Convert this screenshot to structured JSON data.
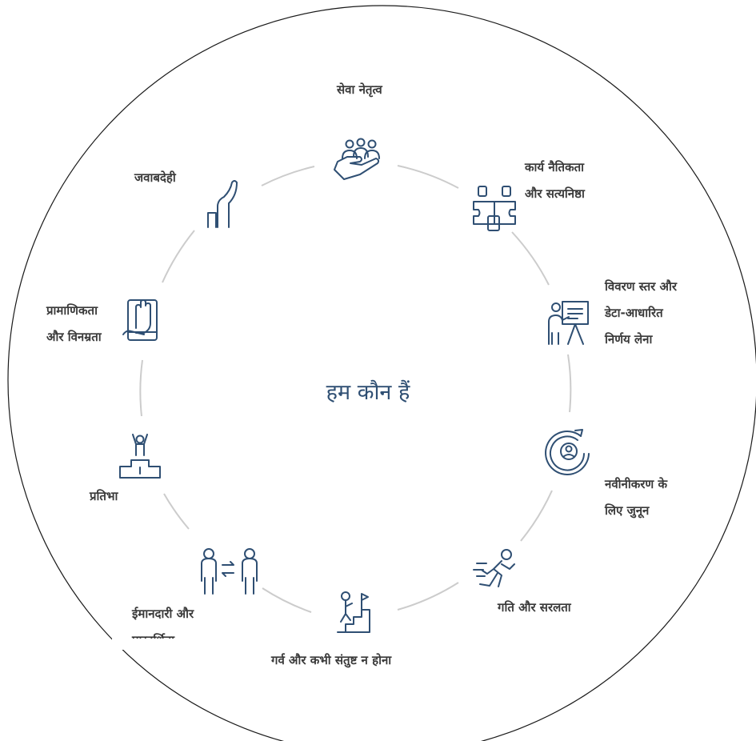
{
  "center": {
    "title": "हम कौन हैं"
  },
  "values": [
    {
      "id": "servant-leadership",
      "icon": "helping-hand-group-icon",
      "lines": [
        "सेवा नेतृत्व"
      ]
    },
    {
      "id": "work-ethic",
      "icon": "puzzle-team-icon",
      "lines": [
        "कार्य नैतिकता",
        "और सत्यनिष्ठा"
      ]
    },
    {
      "id": "detail-data",
      "icon": "presentation-board-icon",
      "lines": [
        "विवरण स्तर और",
        "डेटा-आधारित",
        "निर्णय लेना"
      ]
    },
    {
      "id": "innovation",
      "icon": "refresh-person-icon",
      "lines": [
        "नवीनीकरण के",
        "लिए जुनून"
      ]
    },
    {
      "id": "speed",
      "icon": "running-person-icon",
      "lines": [
        "गति और सरलता"
      ]
    },
    {
      "id": "pride",
      "icon": "climbing-stairs-flag-icon",
      "lines": [
        "गर्व और कभी संतुष्ट न होना"
      ]
    },
    {
      "id": "honesty",
      "icon": "exchange-people-icon",
      "lines": [
        "ईमानदारी और",
        "पारदर्शिता"
      ]
    },
    {
      "id": "talent",
      "icon": "podium-winner-icon",
      "lines": [
        "प्रतिभा"
      ]
    },
    {
      "id": "authenticity",
      "icon": "hand-oath-book-icon",
      "lines": [
        "प्रामाणिकता",
        "और विनम्रता"
      ]
    },
    {
      "id": "accountability",
      "icon": "raised-hand-icon",
      "lines": [
        "जवाबदेही"
      ]
    }
  ],
  "colors": {
    "icon": "#2f4f73",
    "ring": "#cccccc",
    "outline": "#1a1a1a",
    "text": "#3a3a3a"
  }
}
